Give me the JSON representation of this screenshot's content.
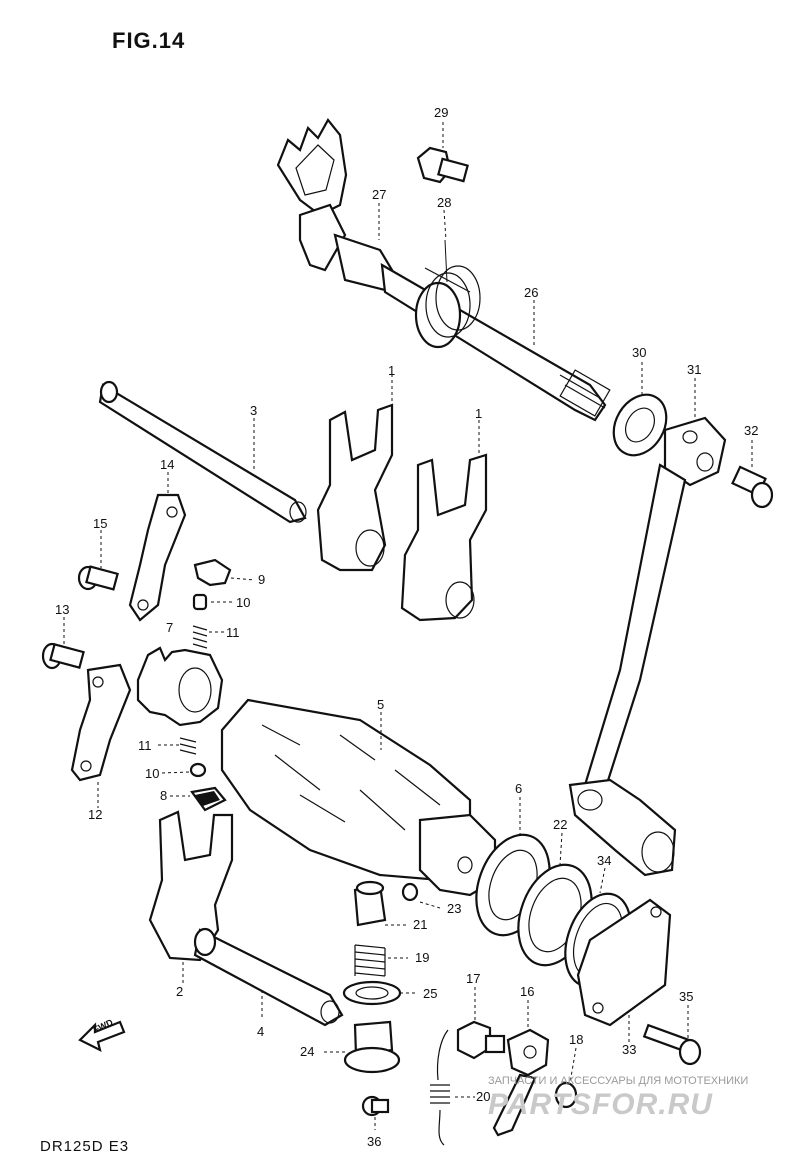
{
  "figure": {
    "title": "FIG.14",
    "model": "DR125D  E3"
  },
  "callouts": {
    "c1a": "1",
    "c1b": "1",
    "c2": "2",
    "c3": "3",
    "c4": "4",
    "c5": "5",
    "c6": "6",
    "c7": "7",
    "c8": "8",
    "c9": "9",
    "c10a": "10",
    "c10b": "10",
    "c11a": "11",
    "c11b": "11",
    "c12": "12",
    "c13": "13",
    "c14": "14",
    "c15": "15",
    "c16": "16",
    "c17": "17",
    "c18": "18",
    "c19": "19",
    "c20": "20",
    "c21": "21",
    "c22": "22",
    "c23": "23",
    "c24": "24",
    "c25": "25",
    "c26": "26",
    "c27": "27",
    "c28": "28",
    "c29": "29",
    "c30": "30",
    "c31": "31",
    "c32": "32",
    "c33": "33",
    "c34": "34",
    "c35": "35",
    "c36": "36"
  },
  "arrow": {
    "label": "FWD"
  },
  "watermark": {
    "tagline": "ЗАПЧАСТИ И АКСЕССУАРЫ ДЛЯ МОТОТЕХНИКИ",
    "logo": "PARTSFOR.RU"
  }
}
